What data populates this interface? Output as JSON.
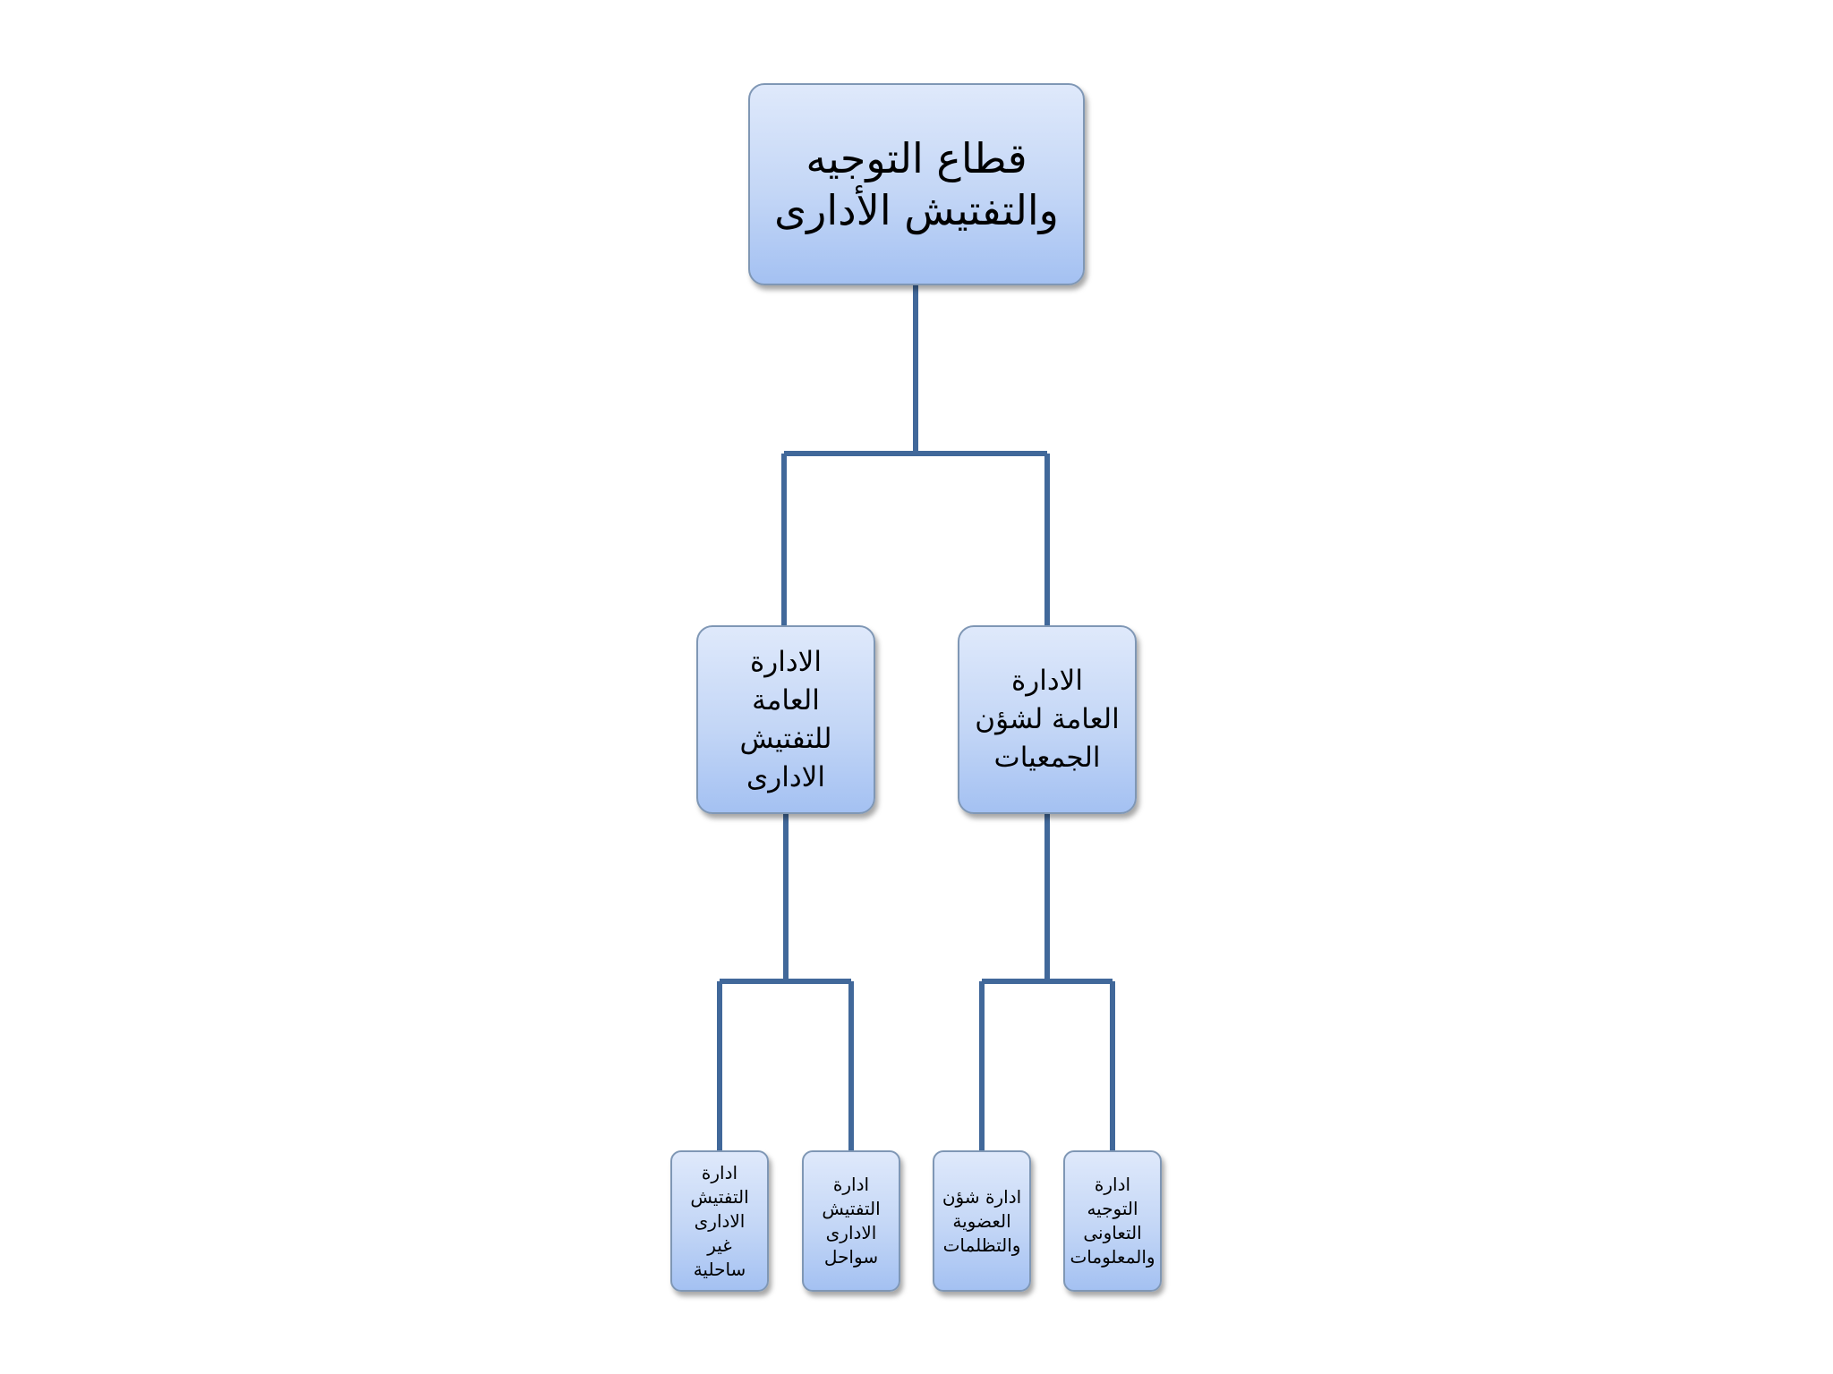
{
  "root": {
    "label": "قطاع التوجيه\nوالتفتيش الأدارى"
  },
  "level2": [
    {
      "label": "الادارة\nالعامة\nللتفتيش\nالادارى"
    },
    {
      "label": "الادارة\nالعامة لشؤن\nالجمعيات"
    }
  ],
  "level3": [
    {
      "label": "ادارة\nالتفتيش\nالادارى\nغير\nساحلية"
    },
    {
      "label": "ادارة\nالتفتيش\nالادارى\nسواحل"
    },
    {
      "label": "ادارة شؤن\nالعضوية\nوالتظلمات"
    },
    {
      "label": "ادارة\nالتوجيه\nالتعاونى\nوالمعلومات"
    }
  ],
  "colors": {
    "connector": "#41689a",
    "box_top": "#dfe9fb",
    "box_bottom": "#a4c1f2"
  }
}
